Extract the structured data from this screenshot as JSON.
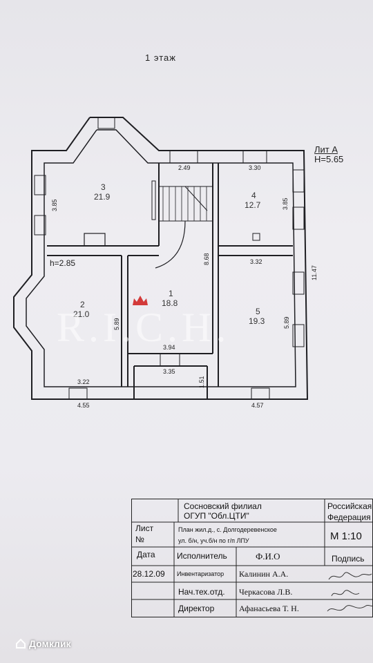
{
  "plan": {
    "floor_title": "1 этаж",
    "lit_label": "Лит А",
    "height_label": "H=5.65",
    "room2_height": "h=2.85",
    "watermark": "R.I.C.H."
  },
  "rooms": [
    {
      "no": "1",
      "area": "18.8"
    },
    {
      "no": "2",
      "area": "21.0"
    },
    {
      "no": "3",
      "area": "21.9"
    },
    {
      "no": "4",
      "area": "12.7"
    },
    {
      "no": "5",
      "area": "19.3"
    }
  ],
  "dims": {
    "d249": "2.49",
    "d330": "3.30",
    "d385a": "3.85",
    "d385b": "3.85",
    "d868": "8.68",
    "d332": "3.32",
    "d1147": "11.47",
    "d589a": "5.89",
    "d589b": "5.89",
    "d394": "3.94",
    "d335": "3.35",
    "d322": "3.22",
    "d151": "1.51",
    "d455": "4.55",
    "d457": "4.57"
  },
  "stamp": {
    "org1": "Сосновский филиал",
    "org2": "ОГУП \"Обл.ЦТИ\"",
    "country1": "Российская",
    "country2": "Федерация",
    "sheet1": "Лист",
    "sheet2": "№",
    "desc1": "План жил.д., с. Долгодеревенское",
    "desc2": "ул. б/н, уч.б/н по г/п ЛПУ",
    "scale": "М 1:10",
    "date_label": "Дата",
    "executor_label": "Исполнитель",
    "fio_label": "Ф.И.О",
    "signature_label": "Подпись",
    "date_value": "28.12.09",
    "inventory_label": "Инвентаризатор",
    "inventory_name": "Калинин А.А.",
    "head_label": "Нач.тех.отд.",
    "head_name": "Черкасова Л.В.",
    "director_label": "Директор",
    "director_name": "Афанасьева Т. Н."
  },
  "footer": {
    "brand": "Домклик"
  },
  "colors": {
    "paper": "#eceaef",
    "ink": "#1e1e22",
    "watermark_logo": "#d33a3a"
  }
}
